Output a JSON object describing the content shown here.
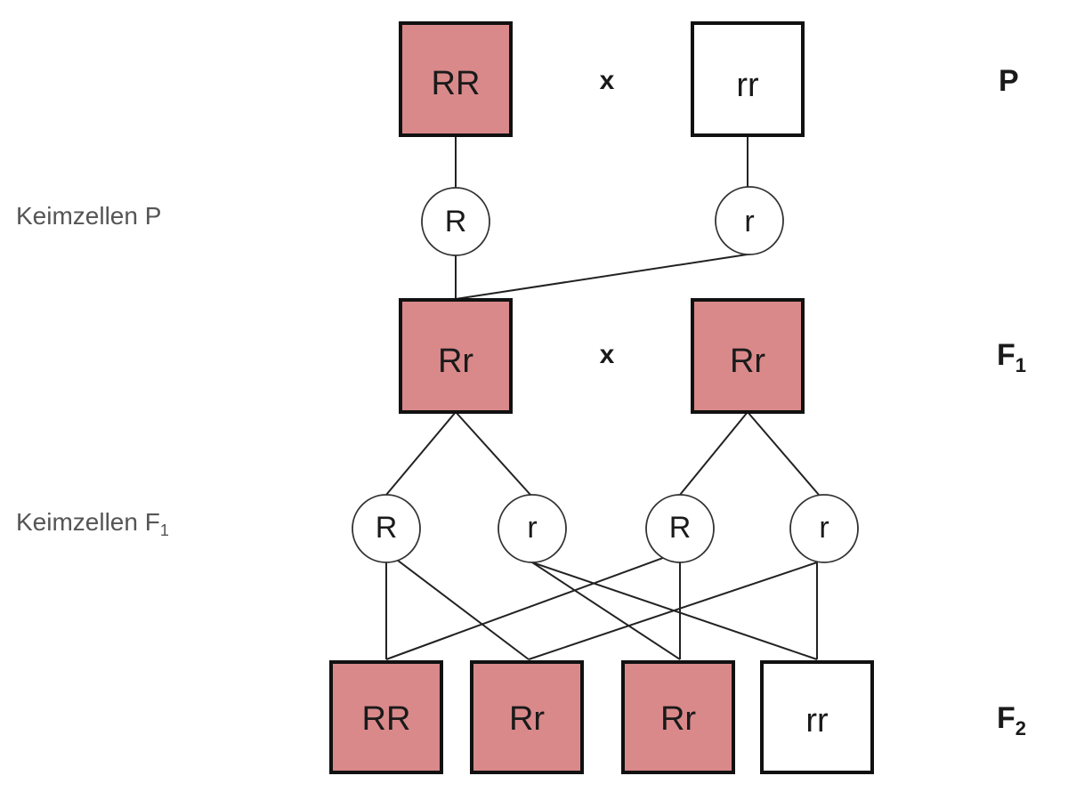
{
  "colors": {
    "dominant_fill": "#d9898a",
    "recessive_fill": "#ffffff",
    "stroke": "#111111"
  },
  "generations": {
    "p": {
      "label": "P",
      "sub": ""
    },
    "f1": {
      "label": "F",
      "sub": "1"
    },
    "f2": {
      "label": "F",
      "sub": "2"
    }
  },
  "side_labels": {
    "gametes_p": {
      "text": "Keimzellen P",
      "sub": ""
    },
    "gametes_f1": {
      "text": "Keimzellen F",
      "sub": "1"
    }
  },
  "crosses": {
    "p": "x",
    "f1": "x"
  },
  "p_generation": [
    {
      "genotype": "RR",
      "phenotype": "dominant"
    },
    {
      "genotype": "rr",
      "phenotype": "recessive"
    }
  ],
  "p_gametes": [
    "R",
    "r"
  ],
  "f1_generation": [
    {
      "genotype": "Rr",
      "phenotype": "dominant"
    },
    {
      "genotype": "Rr",
      "phenotype": "dominant"
    }
  ],
  "f1_gametes": [
    "R",
    "r",
    "R",
    "r"
  ],
  "f2_generation": [
    {
      "genotype": "RR",
      "phenotype": "dominant"
    },
    {
      "genotype": "Rr",
      "phenotype": "dominant"
    },
    {
      "genotype": "Rr",
      "phenotype": "dominant"
    },
    {
      "genotype": "rr",
      "phenotype": "recessive"
    }
  ]
}
